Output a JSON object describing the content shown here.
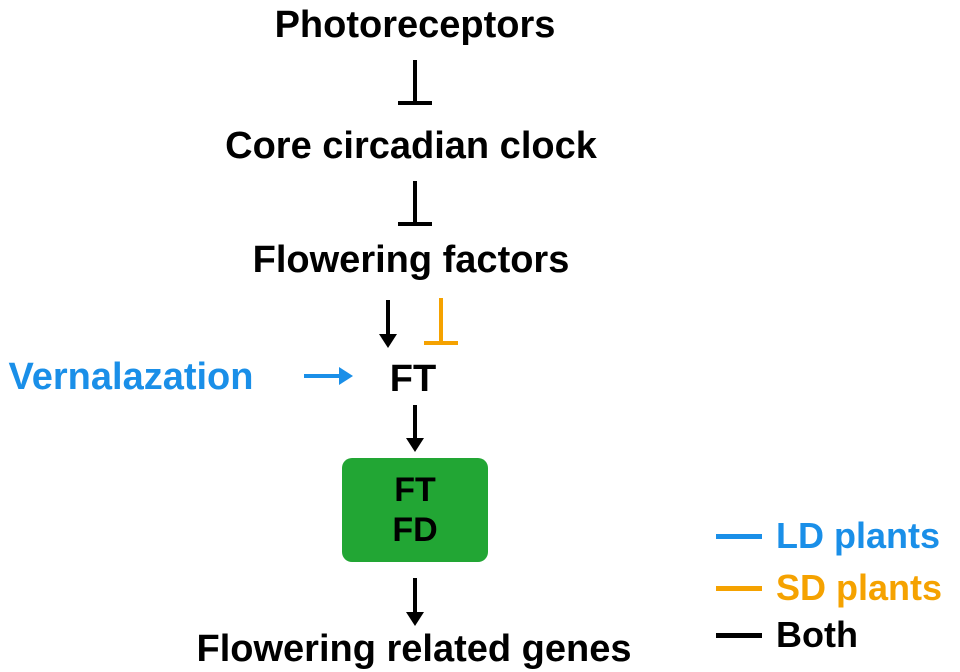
{
  "nodes": {
    "photoreceptors": "Photoreceptors",
    "core_clock": "Core circadian clock",
    "flowering_factors": "Flowering factors",
    "ft": "FT",
    "complex_line1": "FT",
    "complex_line2": "FD",
    "flowering_genes": "Flowering related genes",
    "vernalization": "Vernalazation"
  },
  "legend": [
    {
      "label": "LD plants",
      "color": "#1a8fe8"
    },
    {
      "label": "SD plants",
      "color": "#f5a200"
    },
    {
      "label": "Both",
      "color": "#000000"
    }
  ],
  "colors": {
    "ld": "#1a8fe8",
    "sd": "#f5a200",
    "both": "#000000",
    "complex_fill": "#22a634"
  }
}
